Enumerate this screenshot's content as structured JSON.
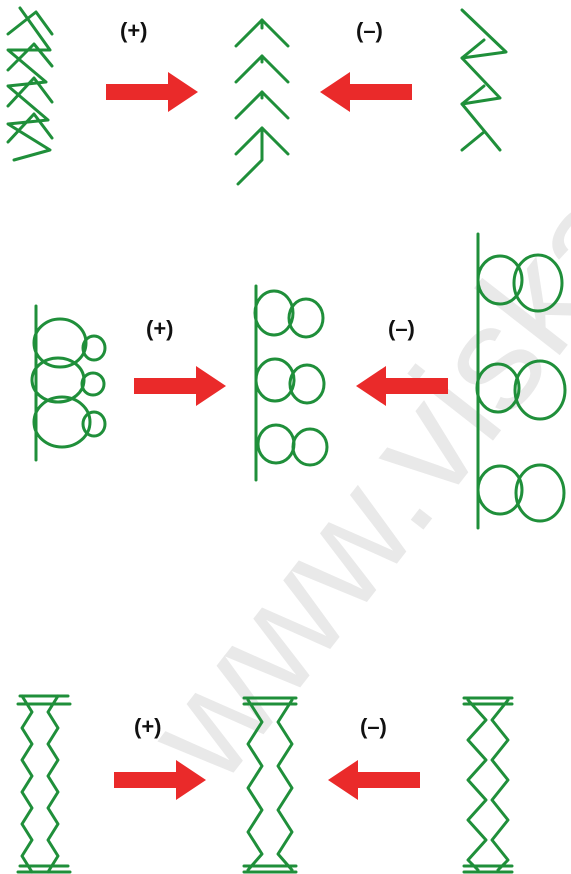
{
  "colors": {
    "stitch": "#1f8f3a",
    "arrow": "#ea2a2a",
    "text": "#111111",
    "watermark": "#e9e9e9"
  },
  "watermark": {
    "text": "www.viska"
  },
  "rows": [
    {
      "kind": "feather-stitch",
      "plus_label": "(+)",
      "minus_label": "(–)",
      "left": "feather-stitch-dense-icon",
      "center": "feather-stitch-normal-icon",
      "right": "feather-stitch-sparse-icon"
    },
    {
      "kind": "shell-stitch",
      "plus_label": "(+)",
      "minus_label": "(–)",
      "left": "shell-stitch-dense-icon",
      "center": "shell-stitch-normal-icon",
      "right": "shell-stitch-sparse-icon"
    },
    {
      "kind": "zigzag-stitch",
      "plus_label": "(+)",
      "minus_label": "(–)",
      "left": "zigzag-stitch-dense-icon",
      "center": "zigzag-stitch-normal-icon",
      "right": "zigzag-stitch-sparse-icon"
    }
  ]
}
